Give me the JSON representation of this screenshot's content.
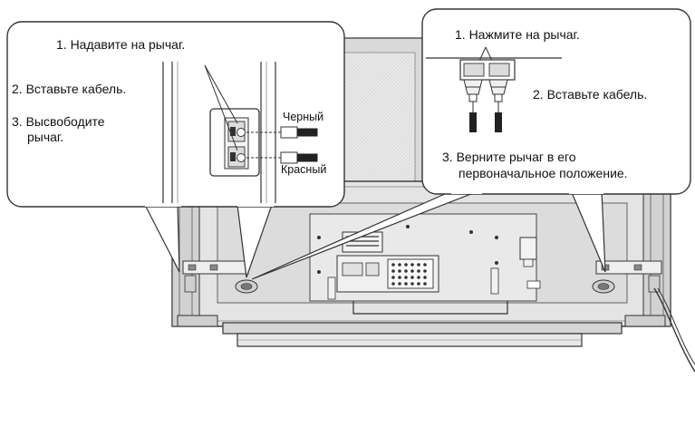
{
  "left_callout": {
    "step1": "1. Надавите на рычаг.",
    "step2": "2. Вставьте кабель.",
    "step3_line1": "3. Высвободите",
    "step3_line2": "рычаг.",
    "wire_black": "Черный",
    "wire_red": "Красный"
  },
  "right_callout": {
    "step1": "1. Нажмите на рычаг.",
    "step2": "2. Вставьте кабель.",
    "step3_line1": "3.  Верните рычаг в его",
    "step3_line2": "первоначальное положение."
  },
  "colors": {
    "outline": "#333333",
    "panel_fill": "#e6e6e6",
    "panel_dark": "#bdbdbd",
    "callout_fill": "#ffffff"
  }
}
